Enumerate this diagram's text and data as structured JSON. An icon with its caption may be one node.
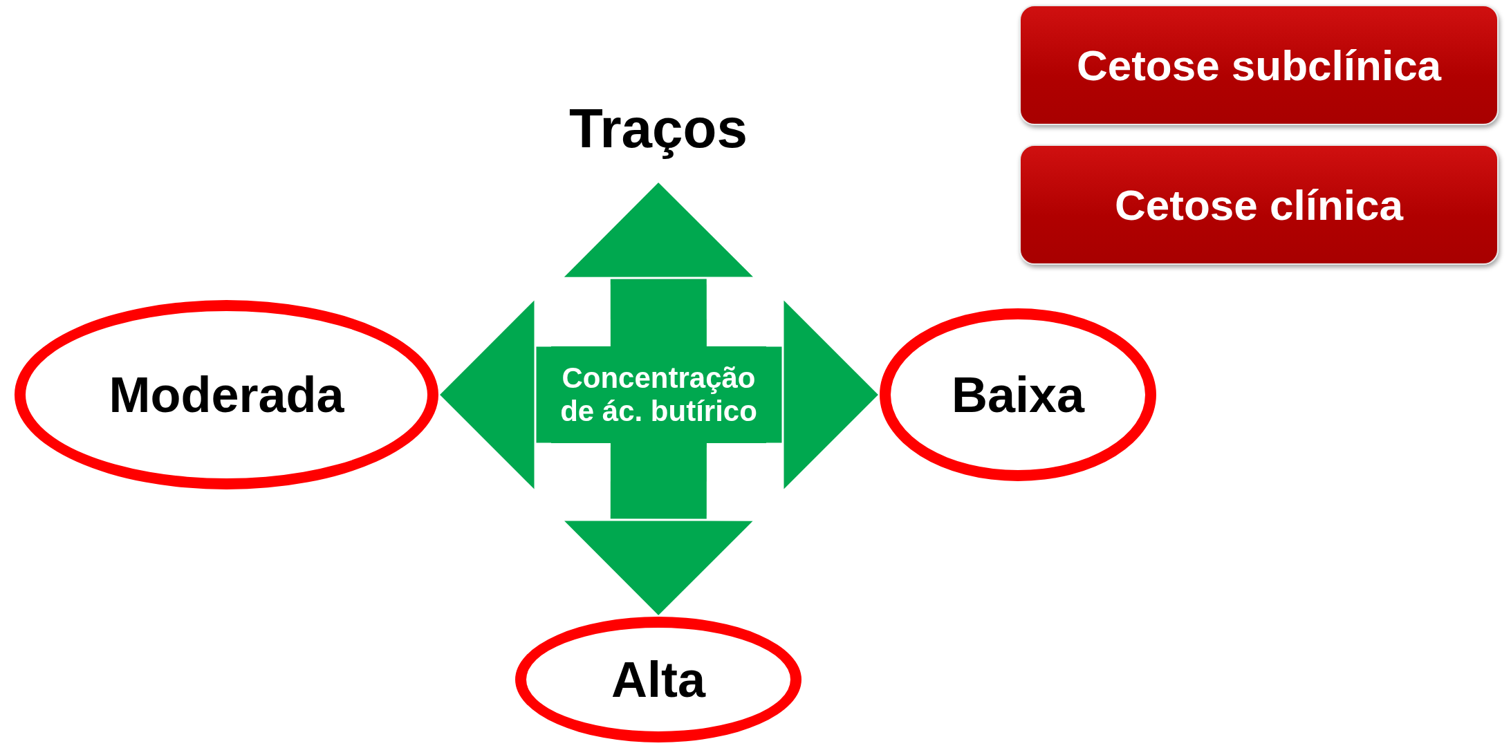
{
  "diagram": {
    "nodes": [
      {
        "text": [
          "Cetose subclínica"
        ]
      },
      {
        "text": [
          "Cetose clínica"
        ]
      },
      {
        "text": [
          "Traços"
        ]
      },
      {
        "text": [
          "Moderada"
        ]
      },
      {
        "text": [
          "Concentração de ác. butírico"
        ]
      },
      {
        "text": [
          "Baixa"
        ]
      },
      {
        "text": [
          "Alta"
        ]
      }
    ],
    "edges": [
      {
        "from": 4,
        "to": 2,
        "arrow": "to"
      },
      {
        "from": 4,
        "to": 3,
        "arrow": "to"
      },
      {
        "from": 4,
        "to": 5,
        "arrow": "to"
      },
      {
        "from": 4,
        "to": 6,
        "arrow": "to"
      }
    ]
  }
}
